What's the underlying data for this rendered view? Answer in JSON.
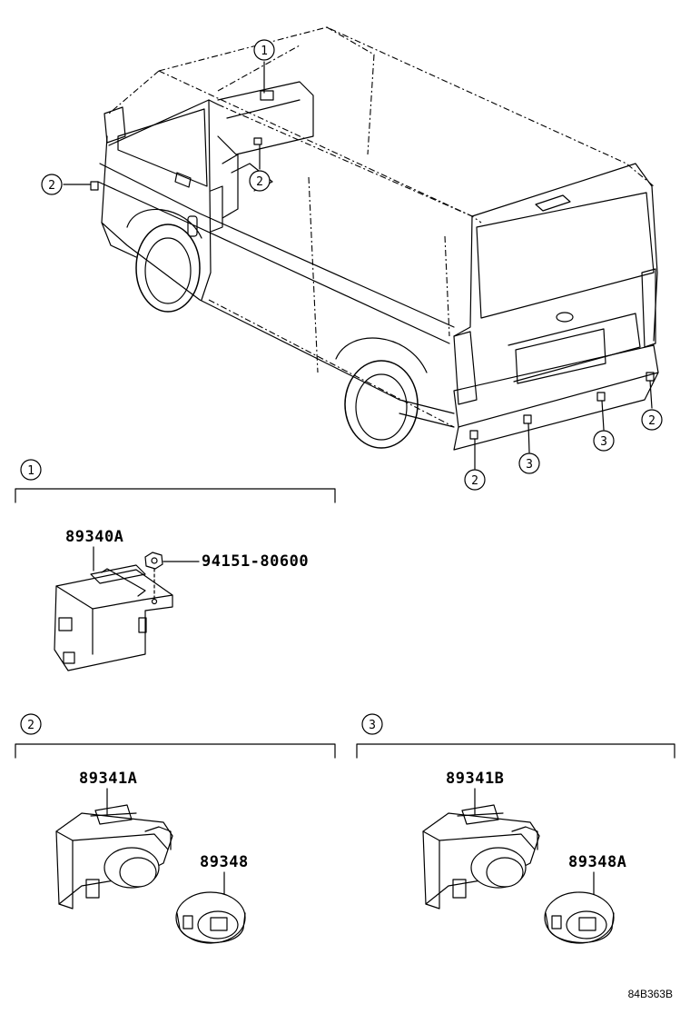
{
  "overview": {
    "callouts": [
      {
        "id": "c-1-top",
        "label": "1"
      },
      {
        "id": "c-2-dash",
        "label": "2"
      },
      {
        "id": "c-2-front",
        "label": "2"
      },
      {
        "id": "c-2-rear-left",
        "label": "2"
      },
      {
        "id": "c-3-rear-left",
        "label": "3"
      },
      {
        "id": "c-3-rear-right",
        "label": "3"
      },
      {
        "id": "c-2-rear-right",
        "label": "2"
      }
    ]
  },
  "sections": [
    {
      "id": "section-1",
      "number": "1",
      "parts": [
        {
          "number": "89340A",
          "name": "control-module"
        },
        {
          "number": "94151-80600",
          "name": "nut"
        }
      ]
    },
    {
      "id": "section-2",
      "number": "2",
      "parts": [
        {
          "number": "89341A",
          "name": "sensor"
        },
        {
          "number": "89348",
          "name": "retainer"
        }
      ]
    },
    {
      "id": "section-3",
      "number": "3",
      "parts": [
        {
          "number": "89341B",
          "name": "sensor"
        },
        {
          "number": "89348A",
          "name": "retainer"
        }
      ]
    }
  ],
  "drawing_code": "84B363B"
}
